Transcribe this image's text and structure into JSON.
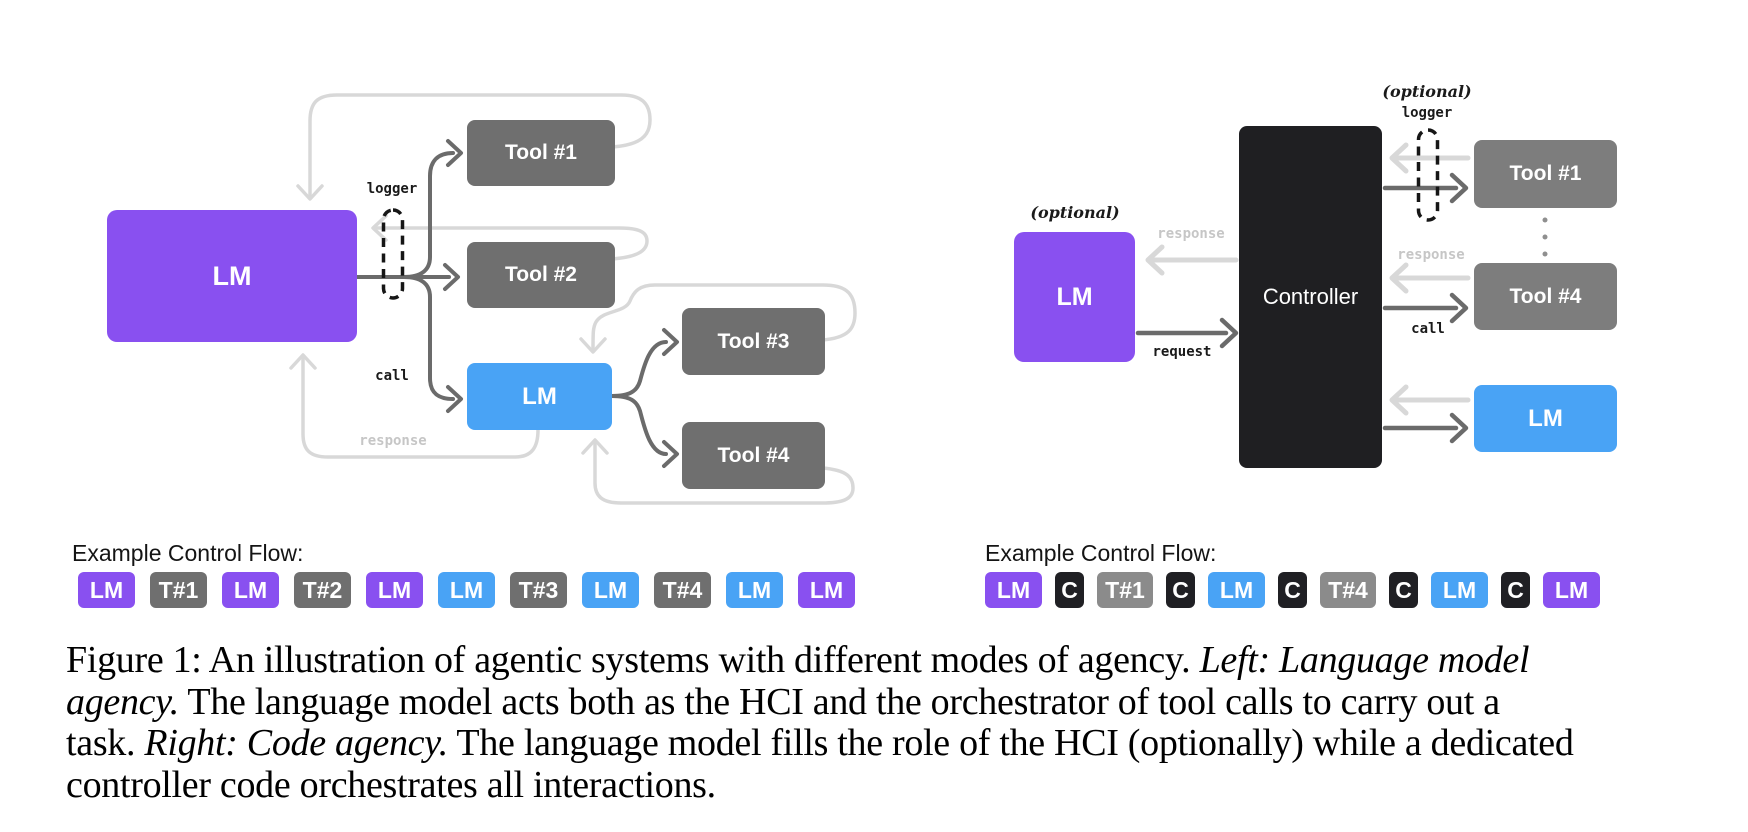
{
  "colors": {
    "purple": "#8950f0",
    "blue": "#49a3f5",
    "gray_box_left": "#6f6f6f",
    "gray_box_right": "#7d7d7d",
    "chip_gray_right": "#8b8b8b",
    "black_box": "#1f1f22",
    "arrow_light": "#d8d8d8",
    "arrow_dark": "#6b6b6b",
    "label_dark": "#1a1a1a",
    "label_light": "#c6c6c6"
  },
  "left_diagram": {
    "lm_main_label": "LM",
    "tool1_label": "Tool #1",
    "tool2_label": "Tool #2",
    "lm_sub_label": "LM",
    "tool3_label": "Tool #3",
    "tool4_label": "Tool #4",
    "logger_label": "logger",
    "call_label": "call",
    "response_label": "response",
    "control_flow_title": "Example Control Flow:",
    "chips": [
      {
        "label": "LM",
        "type": "purple"
      },
      {
        "label": "T#1",
        "type": "gray"
      },
      {
        "label": "LM",
        "type": "purple"
      },
      {
        "label": "T#2",
        "type": "gray"
      },
      {
        "label": "LM",
        "type": "purple"
      },
      {
        "label": "LM",
        "type": "blue"
      },
      {
        "label": "T#3",
        "type": "gray"
      },
      {
        "label": "LM",
        "type": "blue"
      },
      {
        "label": "T#4",
        "type": "gray"
      },
      {
        "label": "LM",
        "type": "blue"
      },
      {
        "label": "LM",
        "type": "purple"
      }
    ]
  },
  "right_diagram": {
    "optional_lm_label": "(optional)",
    "lm_hci_label": "LM",
    "response_lm_label": "response",
    "request_label": "request",
    "controller_label": "Controller",
    "optional_logger_label": "(optional)",
    "logger_label": "logger",
    "tool1_label": "Tool #1",
    "response_tool_label": "response",
    "call_label": "call",
    "tool4_label": "Tool #4",
    "lm_tool_label": "LM",
    "control_flow_title": "Example Control Flow:",
    "chips": [
      {
        "label": "LM",
        "type": "purple"
      },
      {
        "label": "C",
        "type": "black"
      },
      {
        "label": "T#1",
        "type": "grayl"
      },
      {
        "label": "C",
        "type": "black"
      },
      {
        "label": "LM",
        "type": "blue"
      },
      {
        "label": "C",
        "type": "black"
      },
      {
        "label": "T#4",
        "type": "grayl"
      },
      {
        "label": "C",
        "type": "black"
      },
      {
        "label": "LM",
        "type": "blue"
      },
      {
        "label": "C",
        "type": "black"
      },
      {
        "label": "LM",
        "type": "purple"
      }
    ]
  },
  "caption": {
    "lines": [
      [
        {
          "text": "Figure 1: An illustration of agentic systems with different modes of agency. ",
          "italic": false
        },
        {
          "text": "Left: Language model",
          "italic": true
        }
      ],
      [
        {
          "text": "agency.",
          "italic": true
        },
        {
          "text": " The language model acts both as the HCI and the orchestrator of tool calls to carry out a",
          "italic": false
        }
      ],
      [
        {
          "text": "task. ",
          "italic": false
        },
        {
          "text": "Right: Code agency.",
          "italic": true
        },
        {
          "text": " The language model fills the role of the HCI (optionally) while a dedicated",
          "italic": false
        }
      ],
      [
        {
          "text": "controller code orchestrates all interactions.",
          "italic": false
        }
      ]
    ]
  }
}
